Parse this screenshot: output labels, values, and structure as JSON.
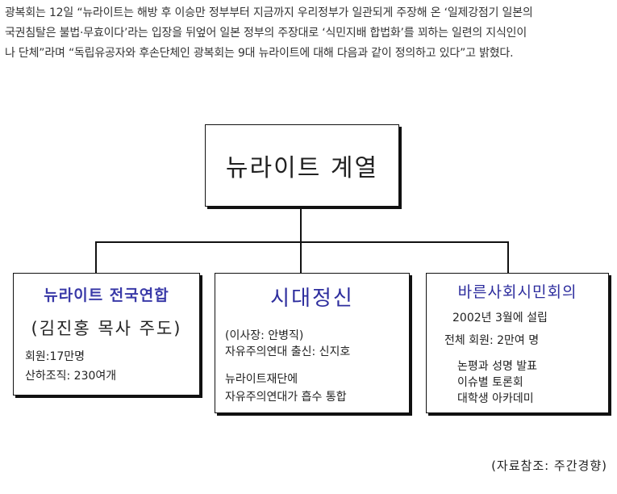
{
  "intro_lines": [
    "광복회는 12일 “뉴라이트는 해방 후 이승만 정부부터 지금까지 우리정부가 일관되게 주장해 온 ‘일제강점기 일본의",
    "국권침탈은 불법·무효이다’라는 입장을 뒤엎어 일본 정부의 주장대로 ‘식민지배 합법화’를 꾀하는 일련의 지식인이",
    "나 단체”라며 “독립유공자와 후손단체인 광복회는 9대 뉴라이트에 대해 다음과 같이 정의하고 있다”고 밝혔다."
  ],
  "diagram": {
    "root": "뉴라이트 계열",
    "children": [
      {
        "title": "뉴라이트 전국연합",
        "subtitle": "(김진홍 목사 주도)",
        "lines": [
          "회원:17만명",
          "산하조직: 230여개"
        ]
      },
      {
        "title": "시대정신",
        "lines": [
          "(이사장: 안병직)",
          "자유주의연대 출신: 신지호",
          "뉴라이트재단에",
          "자유주의연대가 흡수 통합"
        ]
      },
      {
        "title": "바른사회시민회의",
        "lines": [
          "2002년 3월에 설립",
          "전체 회원: 2만여 명",
          "논평과 성명 발표",
          "이슈별 토론회",
          "대학생 아카데미"
        ]
      }
    ],
    "source": "(자료참조: 주간경향)"
  },
  "colors": {
    "child_title": "#2e2e9e",
    "border": "#111111",
    "text": "#222222"
  }
}
